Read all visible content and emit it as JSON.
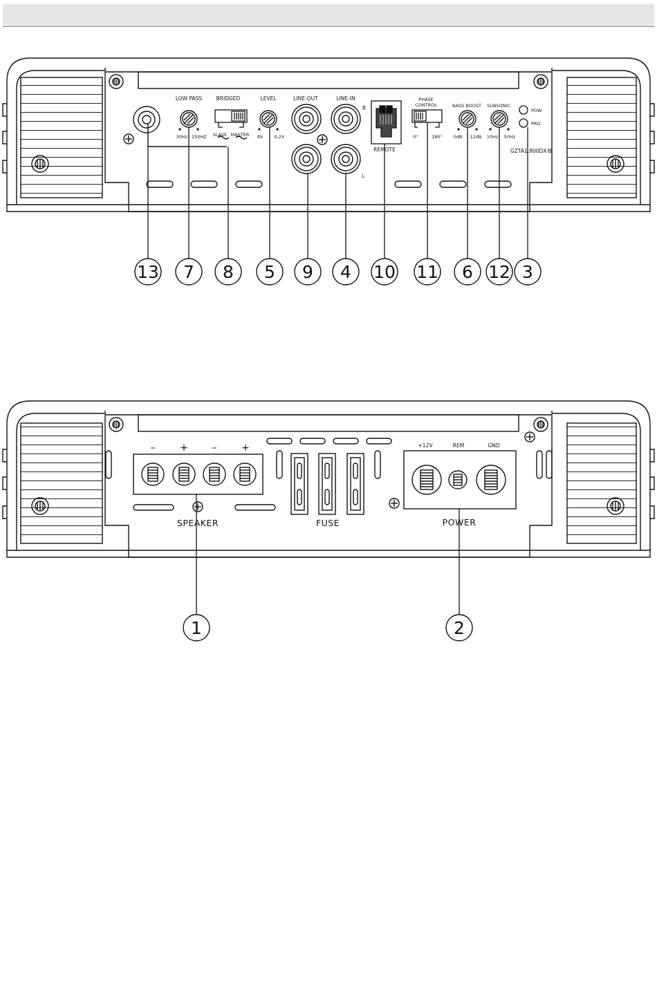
{
  "front_panel": {
    "labels": {
      "low_pass": "LOW PASS",
      "bridged": "BRIDGED",
      "level": "LEVEL",
      "line_out": "LINE-OUT",
      "line_in": "LINE-IN",
      "phase_l1": "PHASE",
      "phase_l2": "CONTROL",
      "bass_boost": "BASS BOOST",
      "subsonic": "SUBSONIC",
      "pow": "POW",
      "pro": "PRO",
      "remote": "REMOTE",
      "r": "R",
      "l": "L",
      "model": "GZTA1.800DX-B"
    },
    "scales": {
      "lp_min": "30Hz",
      "lp_max": "250HZ",
      "slave": "SLAVE",
      "master": "MASTER",
      "level_min": "9V",
      "level_max": "0.2V",
      "phase_min": "0°",
      "phase_max": "180°",
      "bass_min": "0dB",
      "bass_max": "12dB",
      "sub_min": "10Hz",
      "sub_max": "50Hz"
    }
  },
  "front_callouts": [
    "13",
    "7",
    "8",
    "5",
    "9",
    "4",
    "10",
    "11",
    "6",
    "12",
    "3"
  ],
  "rear_panel": {
    "speaker_polarity": [
      "–",
      "+",
      "–",
      "+"
    ],
    "speaker": "SPEAKER",
    "fuse": "FUSE",
    "power": "POWER",
    "plus12v": "+12V",
    "rem": "REM",
    "gnd": "GND"
  },
  "rear_callouts": [
    "1",
    "2"
  ]
}
